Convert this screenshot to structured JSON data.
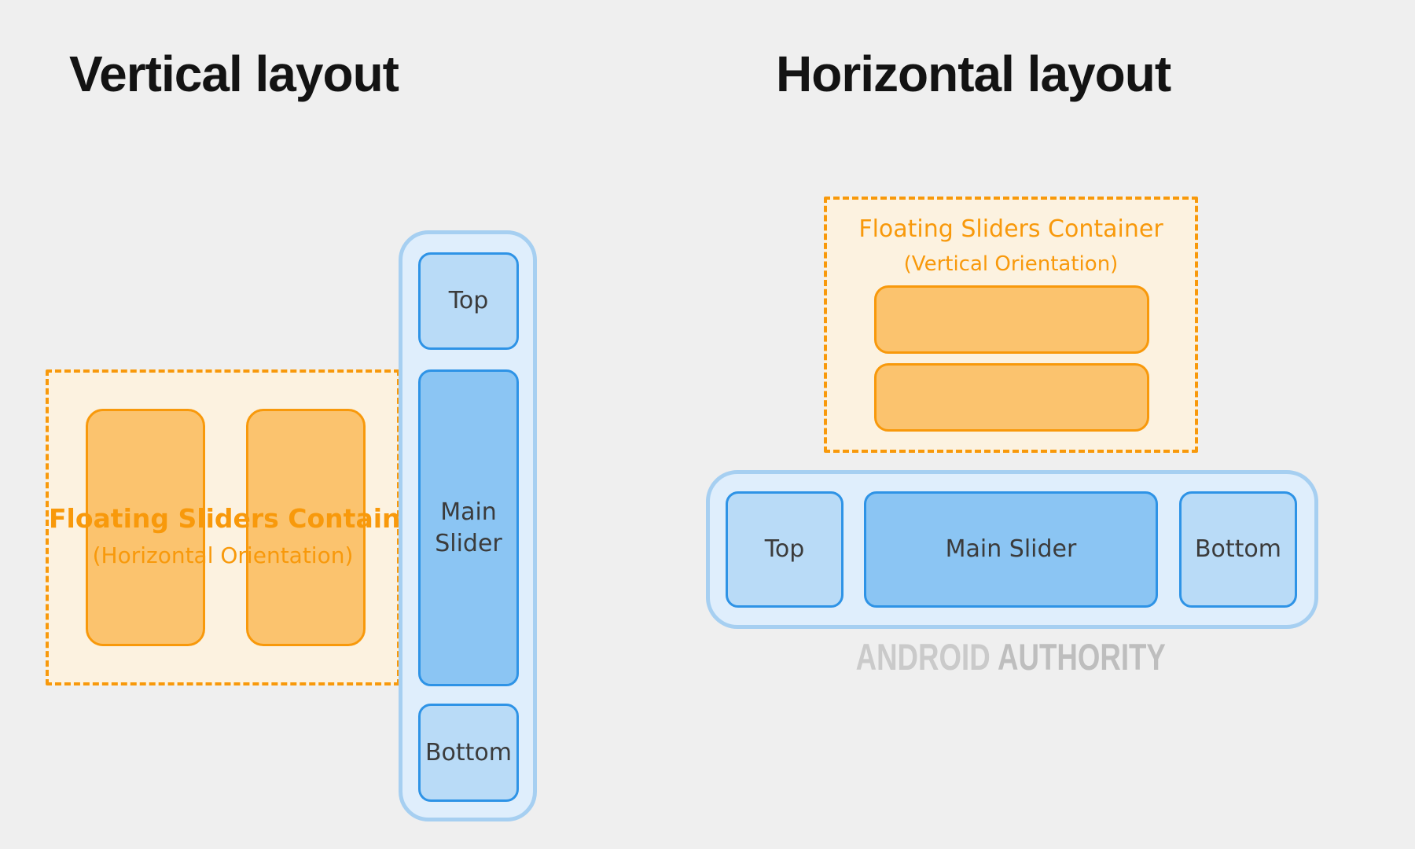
{
  "canvas": {
    "background": "#EFEFEF"
  },
  "colors": {
    "orange": "#F8990B",
    "orange_fill": "#FBC36E",
    "cream_fill": "#FCF2E0",
    "blue_box_border": "#2E93E6",
    "blue_container_fill": "#DFEEFC",
    "blue_container_border": "#A6CFF1",
    "light_blue_fill": "#B9DBF7",
    "main_slider_fill": "#8BC5F3",
    "heading_text": "#131313",
    "label_text": "#3B3B3B",
    "watermark_light": "#CACACA",
    "watermark_dark": "#BEBEBE"
  },
  "vertical_section": {
    "title": "Vertical layout",
    "floating_container": {
      "label": "Floating Sliders Container",
      "orientation": "(Horizontal Orientation)"
    },
    "slider_group": {
      "top_label": "Top",
      "main_label": "Main Slider",
      "bottom_label": "Bottom"
    }
  },
  "horizontal_section": {
    "title": "Horizontal layout",
    "floating_container": {
      "label": "Floating Sliders Container",
      "orientation": "(Vertical Orientation)"
    },
    "slider_group": {
      "top_label": "Top",
      "main_label": "Main Slider",
      "bottom_label": "Bottom"
    }
  },
  "watermark": {
    "first": "ANDROID",
    "second": "AUTHORITY"
  }
}
